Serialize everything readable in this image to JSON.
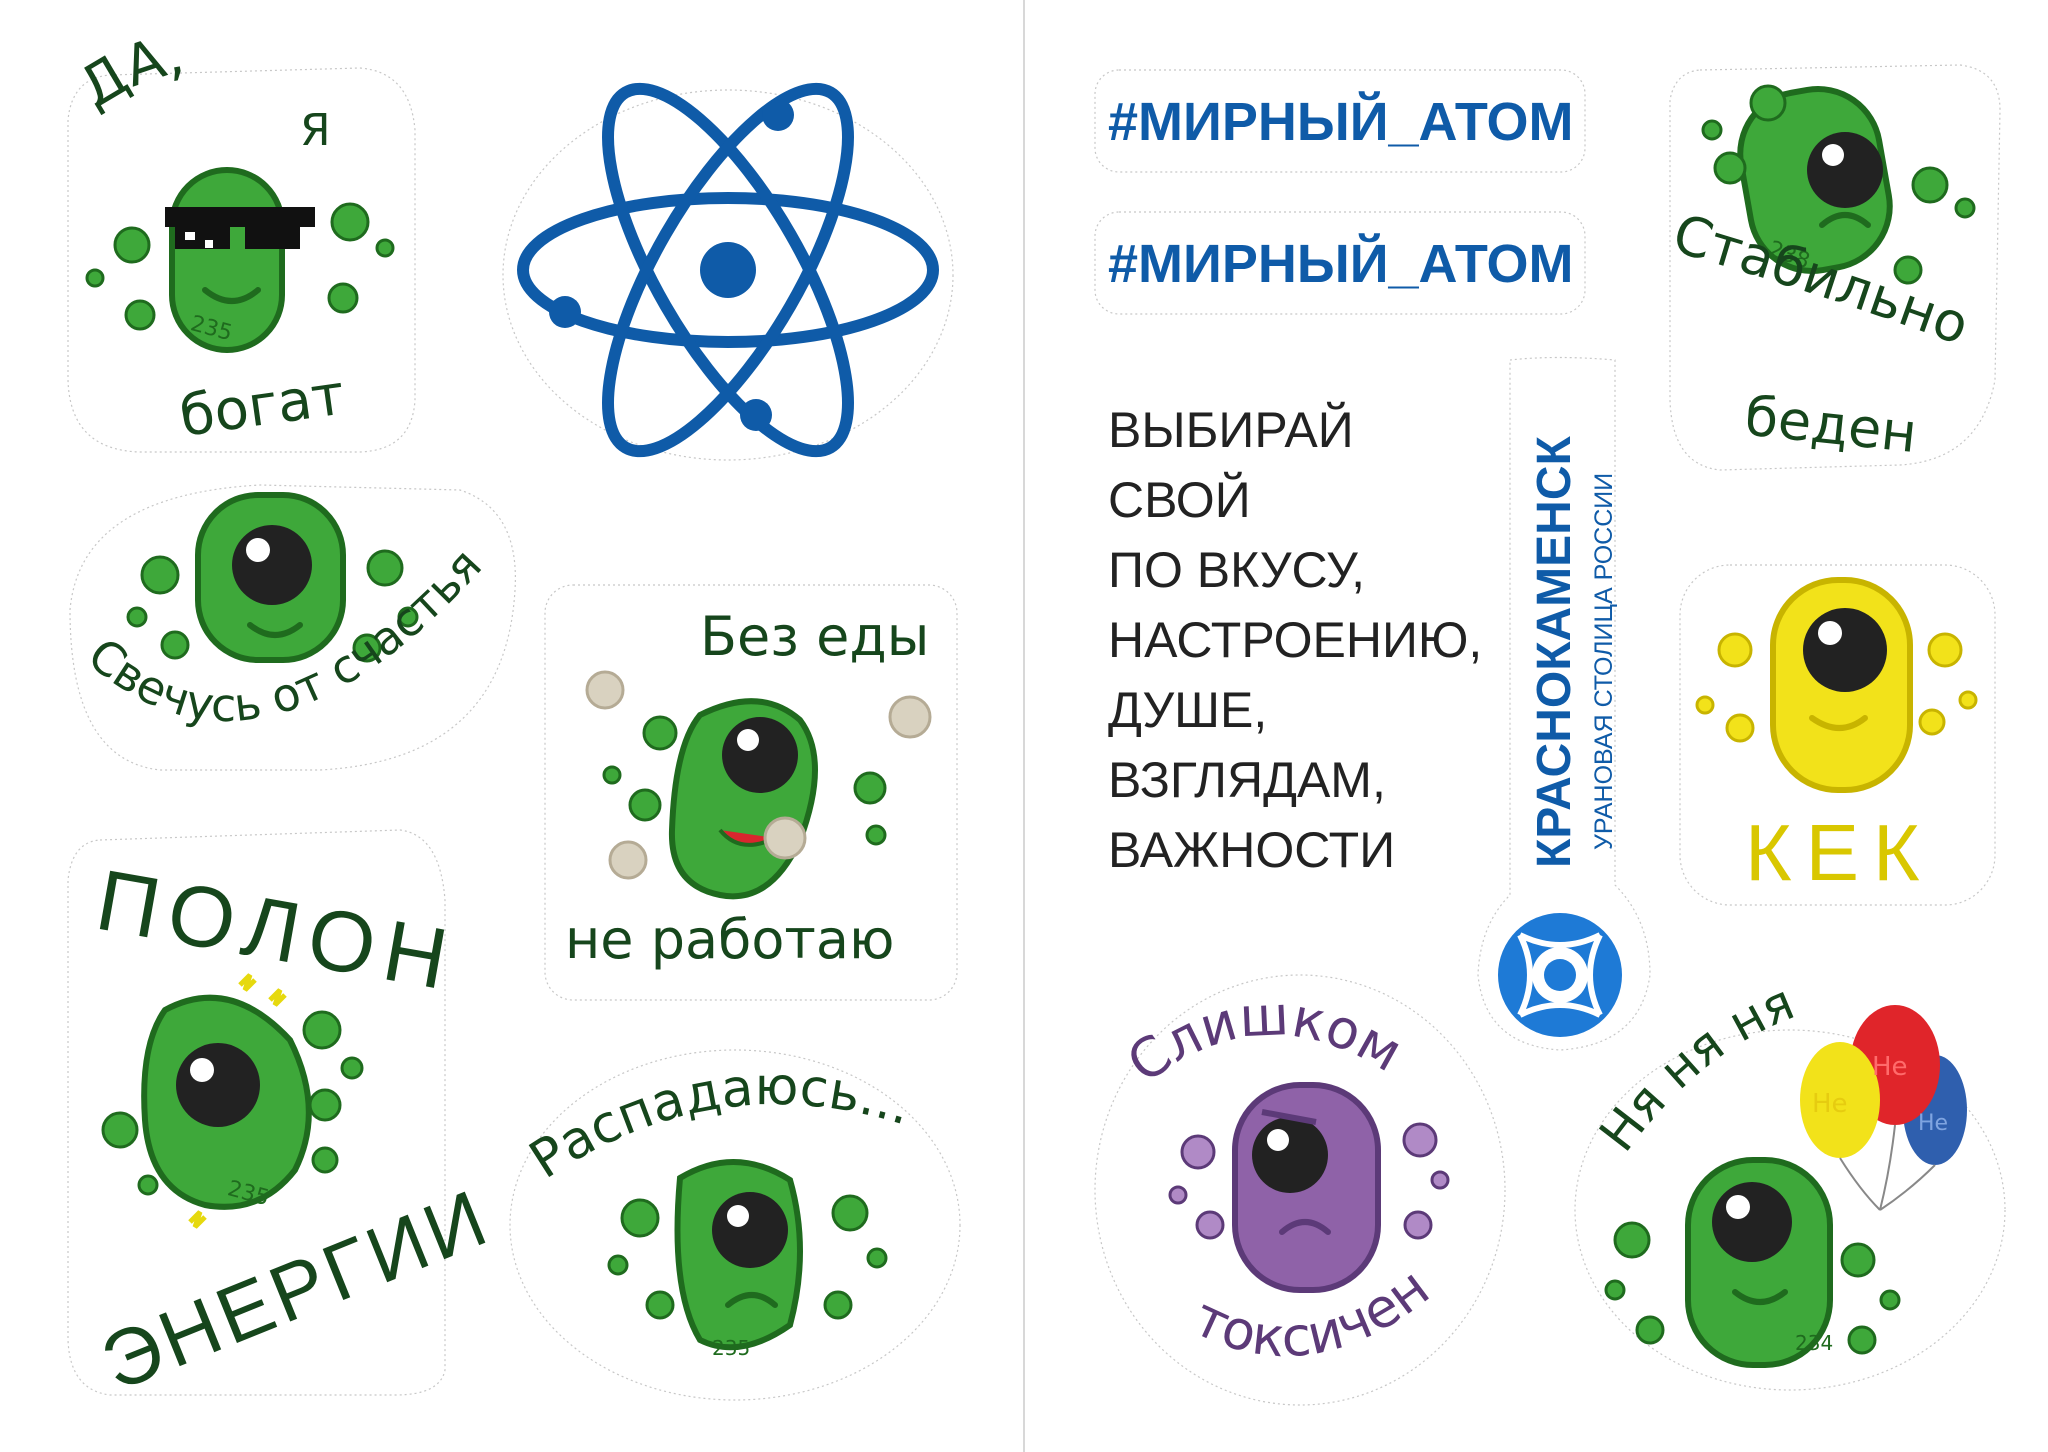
{
  "colors": {
    "green": "#3ea83a",
    "green_dark": "#1f6b1e",
    "text_green": "#16461c",
    "blue": "#0f5ba8",
    "yellow": "#f2e21a",
    "purple": "#8f62a8",
    "purple_text": "#5c3a78",
    "divider": "#d8d8d8"
  },
  "stickers": {
    "rich": {
      "line1": "ДА,",
      "line2": "Я",
      "line3": "богат",
      "number": "235"
    },
    "atom": {
      "icon": "atom-icon"
    },
    "happy": {
      "caption": "Свечусь от счастья"
    },
    "no_food": {
      "top": "Без еды",
      "bottom": "не работаю"
    },
    "energy": {
      "top": "ПОЛОН",
      "bottom": "ЭНЕРГИИ",
      "number": "235"
    },
    "decay": {
      "caption": "Распадаюсь...",
      "number": "235"
    },
    "hashtag1": {
      "text": "#МИРНЫЙ_АТОМ"
    },
    "hashtag2": {
      "text": "#МИРНЫЙ_АТОМ"
    },
    "choose": {
      "lines": [
        "ВЫБИРАЙ",
        "СВОЙ",
        "ПО ВКУСУ,",
        "НАСТРОЕНИЮ,",
        "ДУШЕ,",
        "ВЗГЛЯДАМ,",
        "ВАЖНОСТИ"
      ]
    },
    "city": {
      "name": "КРАСНОКАМЕНСК",
      "subtitle": "УРАНОВАЯ СТОЛИЦА РОССИИ"
    },
    "stable": {
      "line1": "Стабильно",
      "line2": "беден",
      "number": "238"
    },
    "kek": {
      "caption": "КЕК"
    },
    "toxic": {
      "top": "Слишком",
      "bottom": "токсичен"
    },
    "nyanya": {
      "caption": "Ня ня ня",
      "balloon_text": "Не",
      "number": "234"
    }
  }
}
